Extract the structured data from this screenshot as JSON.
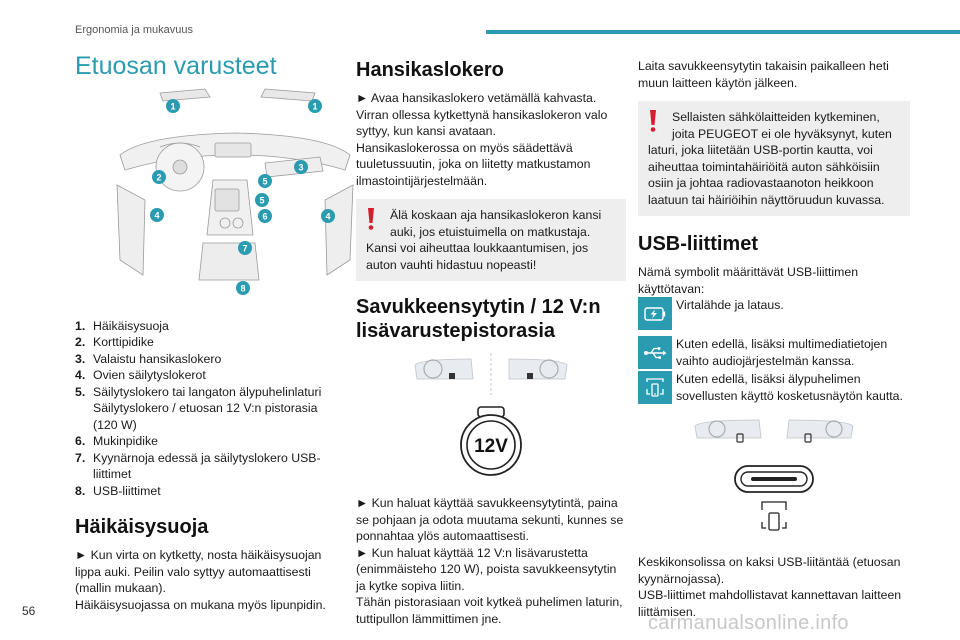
{
  "header": {
    "section": "Ergonomia ja mukavuus",
    "page_number": "56"
  },
  "watermark": "carmanualsonline.info",
  "colors": {
    "accent": "#2a9bb0",
    "warning": "#d11f2e",
    "warning_bg": "#eeeeee"
  },
  "col1": {
    "title": "Etuosan varusteet",
    "callouts": [
      "1",
      "1",
      "2",
      "3",
      "4",
      "4",
      "5",
      "5",
      "6",
      "7",
      "8"
    ],
    "legend": [
      {
        "num": "1.",
        "text": "Häikäisysuoja"
      },
      {
        "num": "2.",
        "text": "Korttipidike"
      },
      {
        "num": "3.",
        "text": "Valaistu hansikaslokero"
      },
      {
        "num": "4.",
        "text": "Ovien säilytyslokerot"
      },
      {
        "num": "5.",
        "text": "Säilytyslokero tai langaton älypuhelinlaturi Säilytyslokero / etuosan 12 V:n pistorasia (120 W)"
      },
      {
        "num": "6.",
        "text": "Mukinpidike"
      },
      {
        "num": "7.",
        "text": "Kyynärnoja edessä ja säilytyslokero USB-liittimet"
      },
      {
        "num": "8.",
        "text": "USB-liittimet"
      }
    ],
    "visor_heading": "Häikäisysuoja",
    "visor_p1": "► Kun virta on kytketty, nosta häikäisysuojan lippa auki. Peilin valo syttyy automaattisesti (mallin mukaan).",
    "visor_p2": "Häikäisysuojassa on mukana myös lipunpidin."
  },
  "col2": {
    "glovebox_heading": "Hansikaslokero",
    "glovebox_p1": "► Avaa hansikaslokero vetämällä kahvasta.",
    "glovebox_p2": "Virran ollessa kytkettynä hansikaslokeron valo syttyy, kun kansi avataan.",
    "glovebox_p3": "Hansikaslokerossa on myös säädettävä tuuletussuutin, joka on liitetty matkustamon ilmastointijärjestelmään.",
    "warning_first": "Älä koskaan aja hansikaslokeron kansi auki, jos etuistuimella on matkustaja.",
    "warning_rest": "Kansi voi aiheuttaa loukkaantumisen, jos auton vauhti hidastuu nopeasti!",
    "socket_heading": "Savukkeensytytin / 12 V:n lisävarustepistorasia",
    "socket_label": "12V",
    "socket_p1": "► Kun haluat käyttää savukkeensytytintä, paina se pohjaan ja odota muutama sekunti, kunnes se ponnahtaa ylös automaattisesti.",
    "socket_p2": "► Kun haluat käyttää 12 V:n lisävarustetta (enimmäisteho 120 W), poista savukkeensytytin ja kytke sopiva liitin.",
    "socket_p3": "Tähän pistorasiaan voit kytkeä puhelimen laturin, tuttipullon lämmittimen jne."
  },
  "col3": {
    "p_top": "Laita savukkeensytytin takaisin paikalleen heti muun laitteen käytön jälkeen.",
    "warning_first": "Sellaisten sähkölaitteiden kytkeminen, joita PEUGEOT ei ole hyväksynyt, kuten",
    "warning_rest": "laturi, joka liitetään USB-portin kautta, voi aiheuttaa toimintahäiriöitä auton sähköisiin osiin ja johtaa radiovastaanoton heikkoon laatuun tai häiriöihin näyttöruudun kuvassa.",
    "usb_heading": "USB-liittimet",
    "usb_intro": "Nämä symbolit määrittävät USB-liittimen käyttötavan:",
    "usb_items": [
      {
        "icon": "battery-charge-icon",
        "text": "Virtalähde ja lataus."
      },
      {
        "icon": "usb-icon",
        "text": "Kuten edellä, lisäksi multimediatietojen vaihto audiojärjestelmän kanssa."
      },
      {
        "icon": "smartphone-mirror-icon",
        "text": "Kuten edellä, lisäksi älypuhelimen sovellusten käyttö kosketusnäytön kautta."
      }
    ],
    "usb_p1": "Keskikonsolissa on kaksi USB-liitäntää (etuosan kyynärnojassa).",
    "usb_p2": "USB-liittimet mahdollistavat kannettavan laitteen liittämisen."
  }
}
